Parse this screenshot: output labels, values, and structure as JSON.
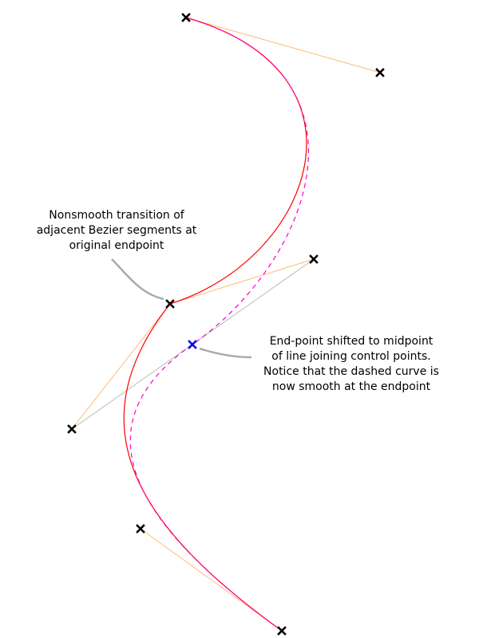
{
  "annotations": {
    "nonsmooth": {
      "lines": [
        "Nonsmooth transition of",
        "adjacent Bezier segments at",
        "original endpoint"
      ]
    },
    "shifted": {
      "lines": [
        "End-point shifted to midpoint",
        "of line joining control points.",
        "Notice that the dashed curve is",
        "now smooth at the endpoint"
      ]
    }
  },
  "colors": {
    "original_curve": "#ff0000",
    "smoothed_curve": "#ff00cc",
    "control_handles": "#ffbb77",
    "joining_line": "#bbbbbb",
    "leader_lines": "#aaaaaa",
    "point_marker": "#000000",
    "shifted_point_marker": "#0000ff"
  },
  "icons": {
    "control_point": "x-mark-icon",
    "shifted_endpoint": "x-mark-icon"
  }
}
